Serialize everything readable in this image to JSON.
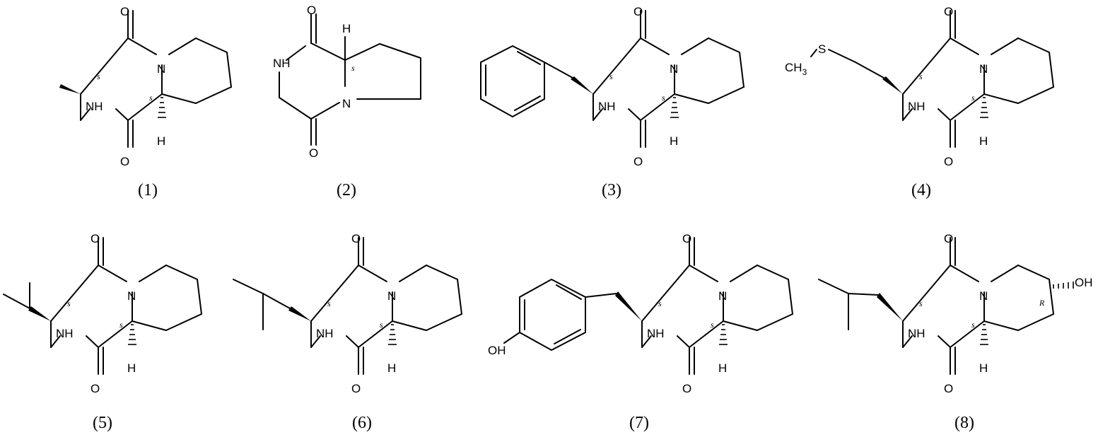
{
  "atoms": {
    "O": "O",
    "N": "N",
    "NH": "NH",
    "H": "H",
    "OH": "OH",
    "S": "S",
    "CH": "CH",
    "sub3": "3"
  },
  "stereo": {
    "s": "s",
    "R": "R"
  },
  "compounds": [
    {
      "label": "(1)"
    },
    {
      "label": "(2)"
    },
    {
      "label": "(3)"
    },
    {
      "label": "(4)"
    },
    {
      "label": "(5)"
    },
    {
      "label": "(6)"
    },
    {
      "label": "(7)"
    },
    {
      "label": "(8)"
    }
  ]
}
